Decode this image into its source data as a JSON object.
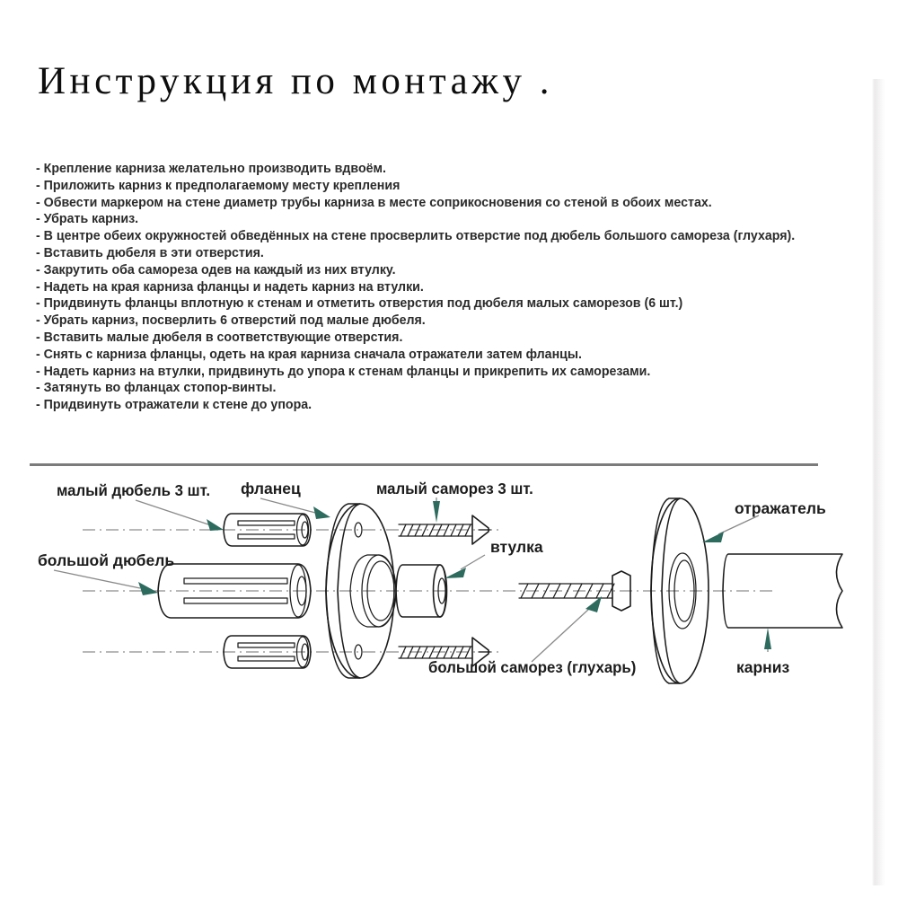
{
  "document": {
    "title": "Инструкция по монтажу .",
    "instructions": [
      "- Крепление карниза желательно производить вдвоём.",
      "- Приложить карниз к предполагаемому месту крепления",
      "- Обвести маркером на стене диаметр трубы карниза в месте соприкосновения со стеной в обоих местах.",
      "- Убрать карниз.",
      "- В центре обеих окружностей обведённых на стене просверлить отверстие под дюбель большого самореза (глухаря).",
      "- Вставить дюбеля в эти отверстия.",
      "- Закрутить оба самореза одев на каждый из них втулку.",
      "- Надеть на края карниза фланцы и надеть карниз на втулки.",
      "- Придвинуть фланцы вплотную к стенам и отметить отверстия под дюбеля малых саморезов (6 шт.)",
      "- Убрать карниз, посверлить 6 отверстий под малые дюбеля.",
      "- Вставить малые дюбеля в соответствующие отверстия.",
      "- Снять с карниза фланцы, одеть на края карниза сначала отражатели затем фланцы.",
      "- Надеть карниз на втулки, придвинуть до упора к стенам фланцы и прикрепить их саморезами.",
      "- Затянуть во фланцах стопор-винты.",
      "- Придвинуть отражатели к стене до упора."
    ]
  },
  "diagram": {
    "labels": {
      "small_dowel": "малый дюбель 3 шт.",
      "flange": "фланец",
      "small_screw": "малый саморез 3 шт.",
      "reflector": "отражатель",
      "big_dowel": "большой дюбель",
      "bushing": "втулка",
      "big_screw": "большой саморез (глухарь)",
      "curtain_rod": "карниз"
    }
  },
  "colors": {
    "text": "#2b2b2b",
    "title": "#0d0d0d",
    "separator": "#7b7b7b",
    "arrow": "#2d6b5e",
    "leader": "#8a8a8a",
    "outline": "#1c1c1c",
    "axis": "#8d8d8d",
    "background": "#ffffff"
  }
}
